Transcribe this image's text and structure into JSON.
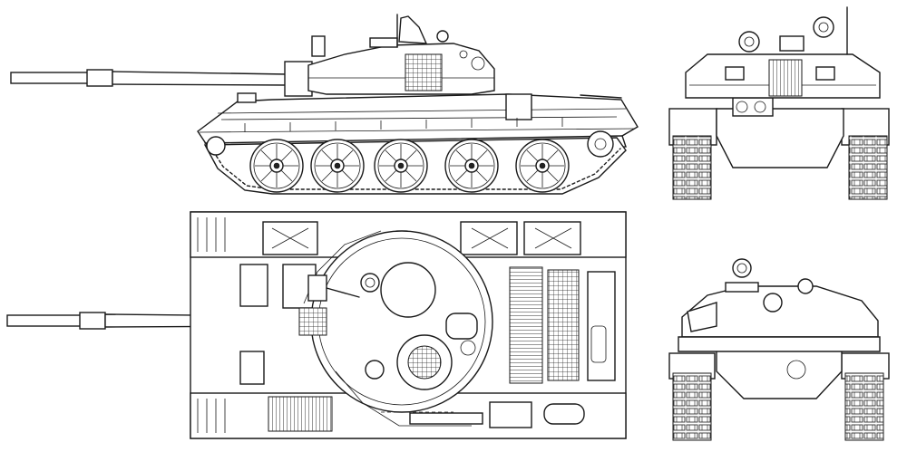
{
  "drawing": {
    "views": [
      "side-view",
      "top-view",
      "front-view",
      "rear-view"
    ],
    "road_wheels_side": 5,
    "line_color": "#1a1a1a",
    "background": "#ffffff"
  }
}
